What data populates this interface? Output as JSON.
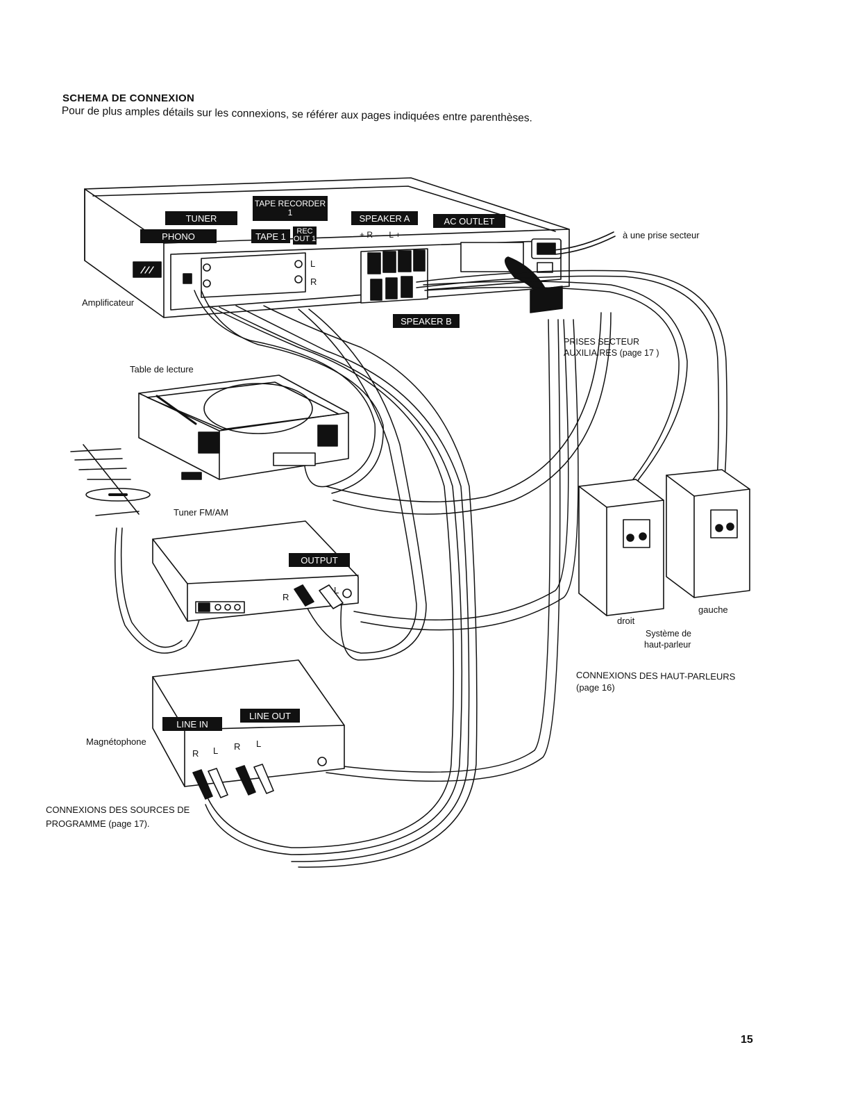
{
  "header": {
    "title": "SCHEMA DE CONNEXION",
    "intro": "Pour de plus amples détails sur les connexions, se référer aux pages indiquées entre parenthèses."
  },
  "amplifier": {
    "label": "Amplificateur",
    "tags": {
      "tuner": "TUNER",
      "phono": "PHONO",
      "tape_recorder_1": "TAPE RECORDER 1",
      "tape_1": "TAPE 1",
      "rec_out_1": "REC OUT 1",
      "speaker_a": "SPEAKER A",
      "speaker_b": "SPEAKER B",
      "ac_outlet": "AC OUTLET"
    },
    "polarity": "+ R –   – L +",
    "jack_left": "L",
    "jack_right": "R"
  },
  "mains": {
    "label": "à une prise secteur"
  },
  "aux_outlets": {
    "label_line1": "PRISES SECTEUR",
    "label_line2": "AUXILIAIRES (page 17 )"
  },
  "turntable": {
    "label": "Table de lecture"
  },
  "tuner": {
    "label": "Tuner FM/AM",
    "tag_output": "OUTPUT",
    "jack_r": "R",
    "jack_l": "L"
  },
  "speakers": {
    "right": "droit",
    "left": "gauche",
    "system_line1": "Système de",
    "system_line2": "haut-parleur",
    "conn_line1": "CONNEXIONS DES HAUT-PARLEURS",
    "conn_line2": "(page 16)"
  },
  "tape_deck": {
    "label": "Magnétophone",
    "tag_line_in": "LINE IN",
    "tag_line_out": "LINE OUT",
    "jacks": [
      "R",
      "L",
      "R",
      "L"
    ]
  },
  "sources": {
    "line1": "CONNEXIONS DES SOURCES DE",
    "line2": "PROGRAMME (page 17)."
  },
  "page_number": "15"
}
